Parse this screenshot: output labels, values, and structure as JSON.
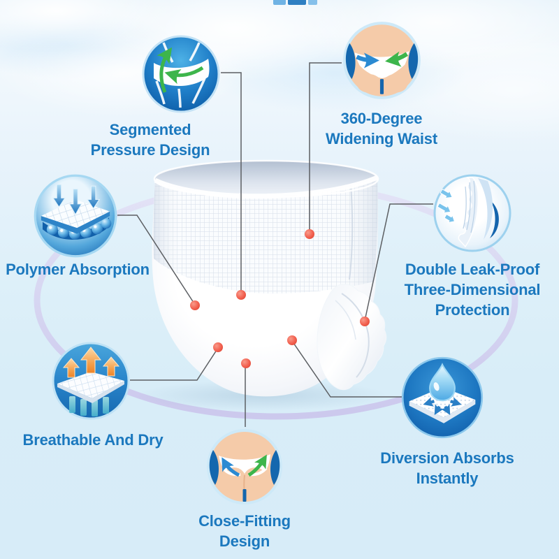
{
  "page": {
    "kind": "product-feature-infographic",
    "product": "adult pull-up diaper"
  },
  "colors": {
    "label_blue": "#1b78be",
    "dot_red": "#f26151",
    "line_gray": "#5c5f63",
    "ellipse_purple": "#c6b0e5",
    "arrow_green": "#3db54b",
    "arrow_blue": "#2b8ad2",
    "arrow_orange": "#ee8428"
  },
  "features": [
    {
      "name": "segmented-pressure-design",
      "icon": "underwear-segmented-arrows-icon",
      "lines": [
        "Segmented",
        "Pressure Design"
      ]
    },
    {
      "name": "360-degree-widening-waist",
      "icon": "waist-widening-arrows-icon",
      "lines": [
        "360-Degree",
        "Widening Waist"
      ]
    },
    {
      "name": "polymer-absorption",
      "icon": "polymer-absorb-layer-icon",
      "lines": [
        "Polymer Absorption"
      ]
    },
    {
      "name": "double-leak-proof-protection",
      "icon": "leak-guard-ruffle-icon",
      "lines": [
        "Double Leak-Proof",
        "Three-Dimensional",
        "Protection"
      ]
    },
    {
      "name": "breathable-and-dry",
      "icon": "breathable-mesh-arrows-icon",
      "lines": [
        "Breathable And Dry"
      ]
    },
    {
      "name": "diversion-absorbs-instantly",
      "icon": "water-drop-pad-icon",
      "lines": [
        "Diversion Absorbs",
        "Instantly"
      ]
    },
    {
      "name": "close-fitting-design",
      "icon": "close-fit-rear-arrows-icon",
      "lines": [
        "Close-Fitting",
        "Design"
      ]
    }
  ]
}
